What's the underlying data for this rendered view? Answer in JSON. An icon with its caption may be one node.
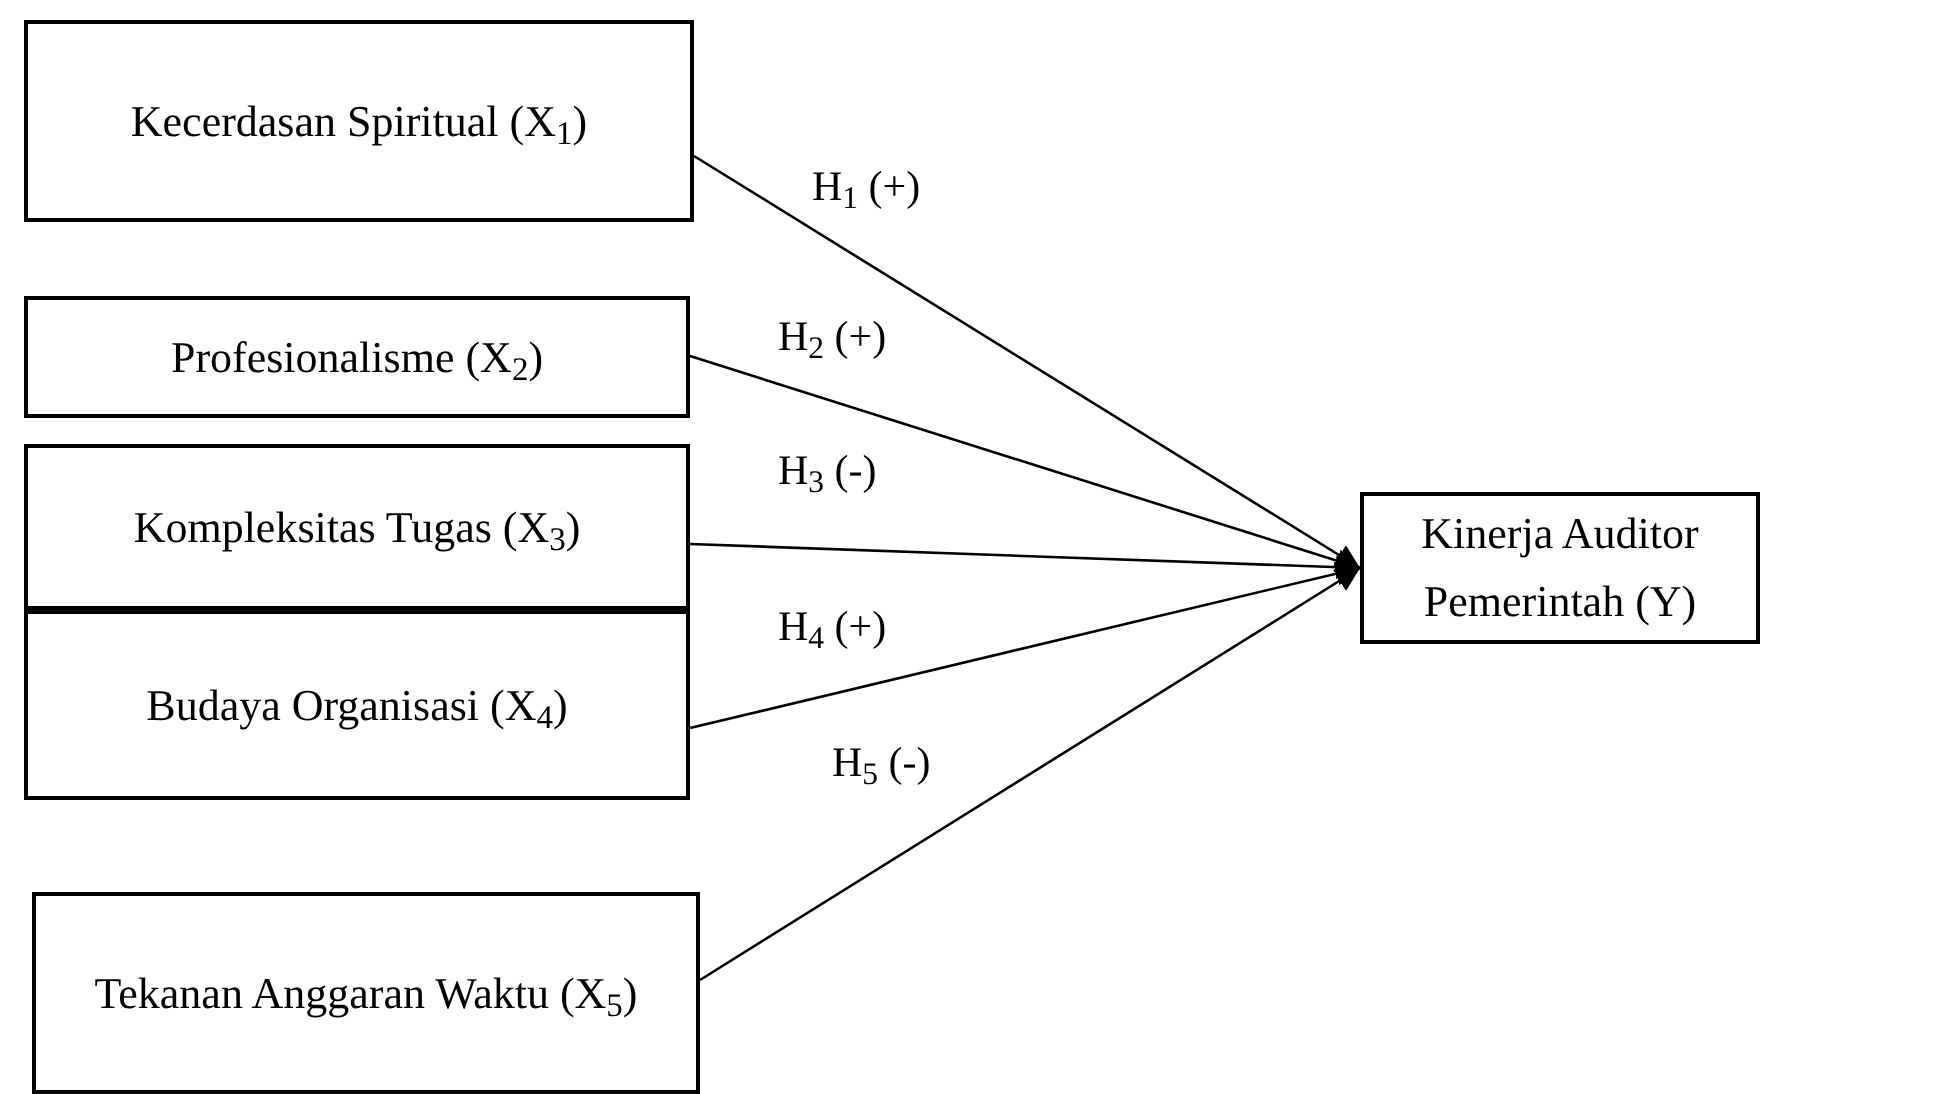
{
  "diagram": {
    "nodes": [
      {
        "text": [
          "Kecerdasan Spiritual (X$_{1}$)"
        ]
      },
      {
        "text": [
          "Profesionalisme (X$_{2}$)"
        ]
      },
      {
        "text": [
          "Kompleksitas Tugas (X$_{3}$)"
        ]
      },
      {
        "text": [
          "Budaya Organisasi (X$_{4}$)"
        ]
      },
      {
        "text": [
          "Tekanan Anggaran Waktu (X$_{5}$)"
        ]
      },
      {
        "text": [
          "Kinerja Auditor Pemerintah (Y)"
        ]
      }
    ],
    "edges": [
      {
        "from": 0,
        "to": 5,
        "arrow": "to",
        "label": "H$_{1}$ (+)"
      },
      {
        "from": 1,
        "to": 5,
        "arrow": "to",
        "label": "H$_{2}$ (+)"
      },
      {
        "from": 2,
        "to": 5,
        "arrow": "to",
        "label": "H$_{3}$ (-)"
      },
      {
        "from": 3,
        "to": 5,
        "arrow": "to",
        "label": "H$_{4}$ (+)"
      },
      {
        "from": 4,
        "to": 5,
        "arrow": "to",
        "label": "H$_{5}$ (-)"
      }
    ]
  }
}
